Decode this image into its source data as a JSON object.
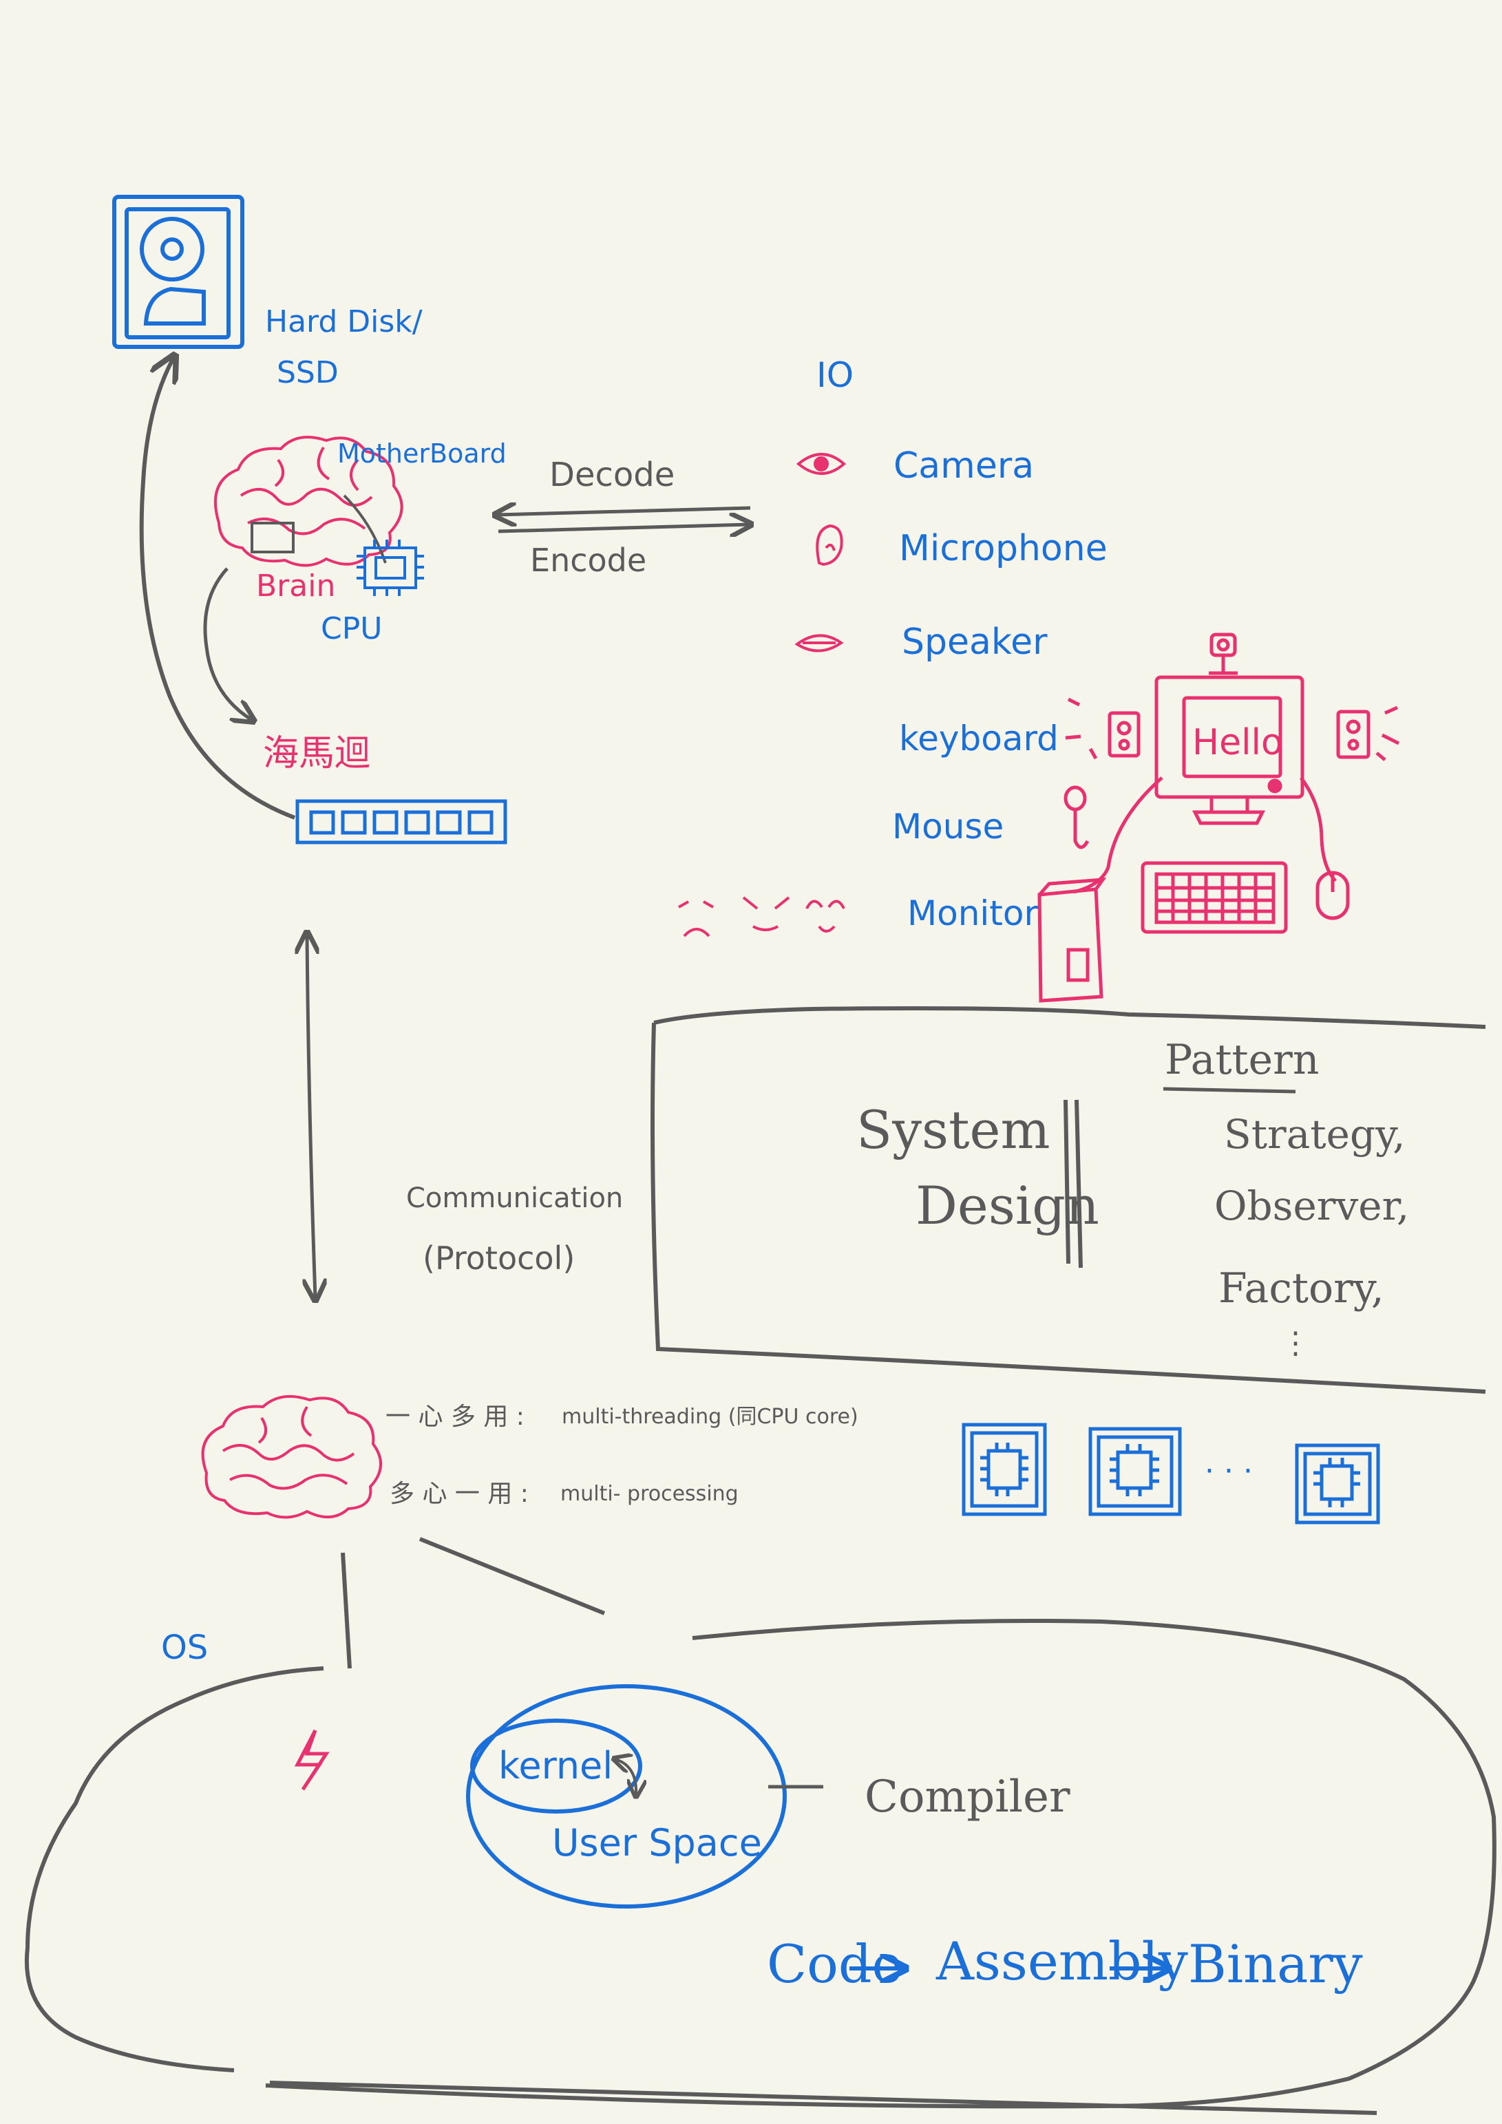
{
  "colors": {
    "background": "#f6f5ec",
    "blue": "#1a6fd8",
    "pink": "#e8316f",
    "gray": "#5a5a5a"
  },
  "storage": {
    "label_line1": "Hard Disk/",
    "label_line2": "SSD"
  },
  "brain": {
    "board_label": "MotherBoard",
    "brain_label": "Brain",
    "cpu_label": "CPU",
    "memory_label": "海馬迴"
  },
  "codec": {
    "decode": "Decode",
    "encode": "Encode"
  },
  "io": {
    "title": "IO",
    "items": [
      "Camera",
      "Microphone",
      "Speaker",
      "keyboard",
      "Mouse",
      "Monitor"
    ],
    "screen_text": "Hello"
  },
  "communication": {
    "line1": "Communication",
    "line2": "(Protocol)"
  },
  "design_box": {
    "system": "System",
    "design": "Design",
    "pattern_title": "Pattern",
    "patterns": [
      "Strategy,",
      "Observer,",
      "Factory,"
    ],
    "ellipsis": "⋮"
  },
  "concurrency": {
    "threading_cn": "一 心 多 用 :",
    "threading_en": "multi-threading (同CPU core)",
    "processing_cn": "多 心 一 用 :",
    "processing_en": "multi- processing",
    "dots": "· · ·"
  },
  "os": {
    "label": "OS",
    "kernel": "kernel",
    "user_space": "User Space",
    "compiler": "Compiler",
    "code": "Code",
    "assembly": "Assembly",
    "binary": "Binary"
  }
}
